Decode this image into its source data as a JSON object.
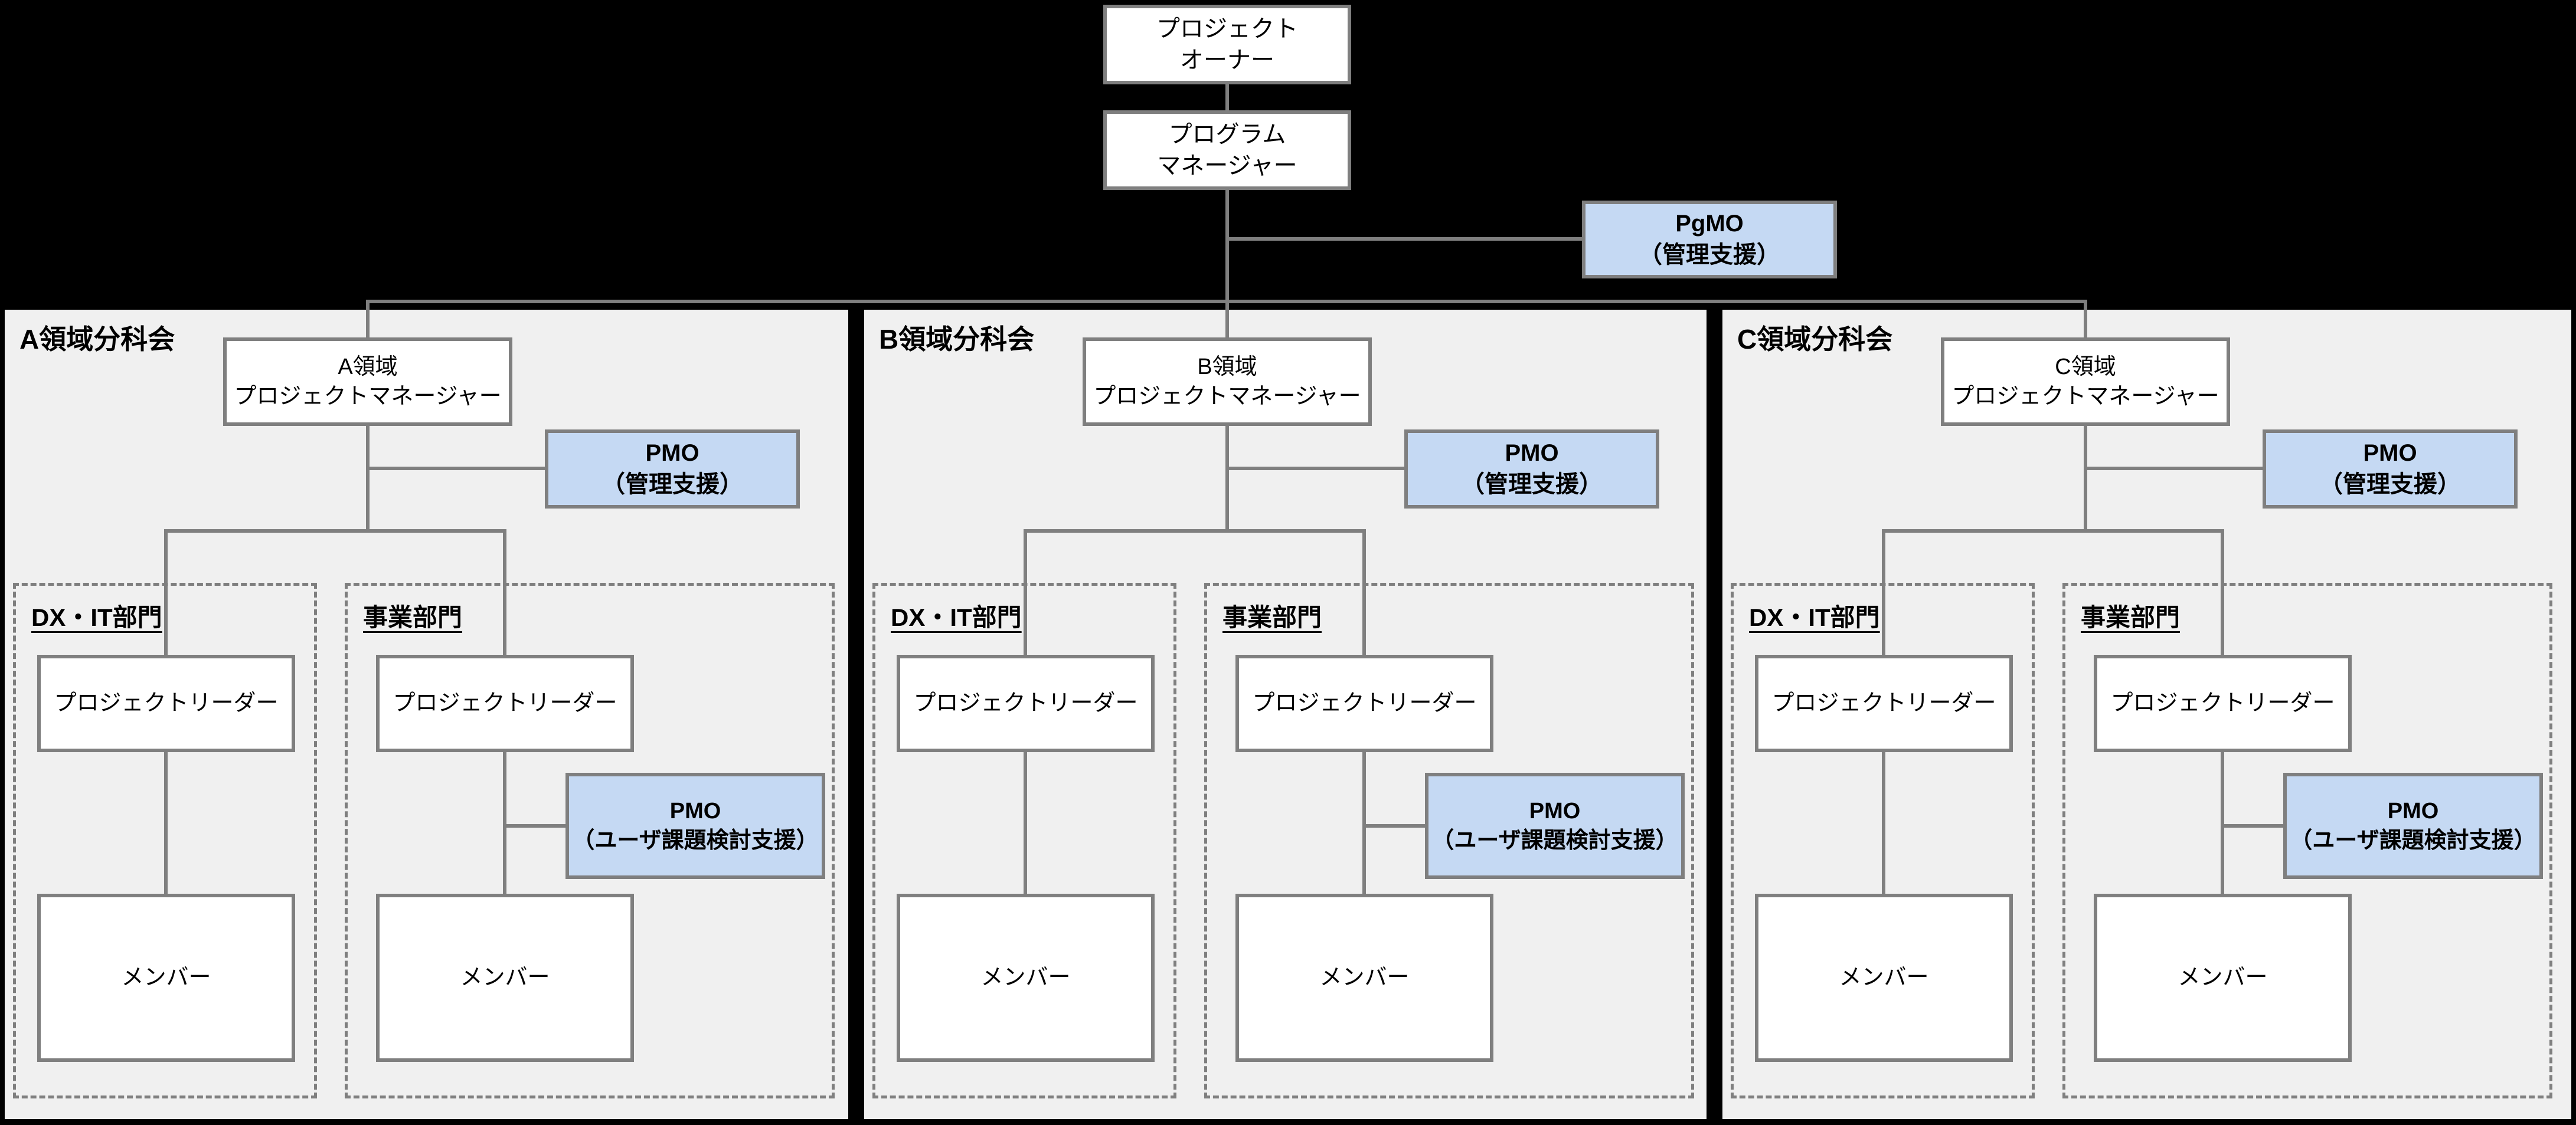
{
  "colors": {
    "background": "#000000",
    "panel": "#f0f0f0",
    "line_gray": "#7f7f7f",
    "box_fill": "#ffffff",
    "accent_blue": "#c5d9f3",
    "text": "#000000"
  },
  "program": {
    "owner": {
      "line1": "プロジェクト",
      "line2": "オーナー"
    },
    "program_manager": {
      "line1": "プログラム",
      "line2": "マネージャー"
    },
    "pgmo": {
      "line1": "PgMO",
      "line2": "（管理支援）"
    }
  },
  "sections": [
    {
      "title": "A領域分科会",
      "manager": {
        "line1": "A領域",
        "line2": "プロジェクトマネージャー"
      },
      "pmo": {
        "line1": "PMO",
        "line2": "（管理支援）"
      },
      "departments": [
        {
          "label": "DX・IT部門",
          "leader": "プロジェクトリーダー",
          "member": "メンバー"
        },
        {
          "label": "事業部門",
          "leader": "プロジェクトリーダー",
          "member": "メンバー",
          "pmo": {
            "line1": "PMO",
            "line2": "（ユーザ課題検討支援）"
          }
        }
      ]
    },
    {
      "title": "B領域分科会",
      "manager": {
        "line1": "B領域",
        "line2": "プロジェクトマネージャー"
      },
      "pmo": {
        "line1": "PMO",
        "line2": "（管理支援）"
      },
      "departments": [
        {
          "label": "DX・IT部門",
          "leader": "プロジェクトリーダー",
          "member": "メンバー"
        },
        {
          "label": "事業部門",
          "leader": "プロジェクトリーダー",
          "member": "メンバー",
          "pmo": {
            "line1": "PMO",
            "line2": "（ユーザ課題検討支援）"
          }
        }
      ]
    },
    {
      "title": "C領域分科会",
      "manager": {
        "line1": "C領域",
        "line2": "プロジェクトマネージャー"
      },
      "pmo": {
        "line1": "PMO",
        "line2": "（管理支援）"
      },
      "departments": [
        {
          "label": "DX・IT部門",
          "leader": "プロジェクトリーダー",
          "member": "メンバー"
        },
        {
          "label": "事業部門",
          "leader": "プロジェクトリーダー",
          "member": "メンバー",
          "pmo": {
            "line1": "PMO",
            "line2": "（ユーザ課題検討支援）"
          }
        }
      ]
    }
  ]
}
